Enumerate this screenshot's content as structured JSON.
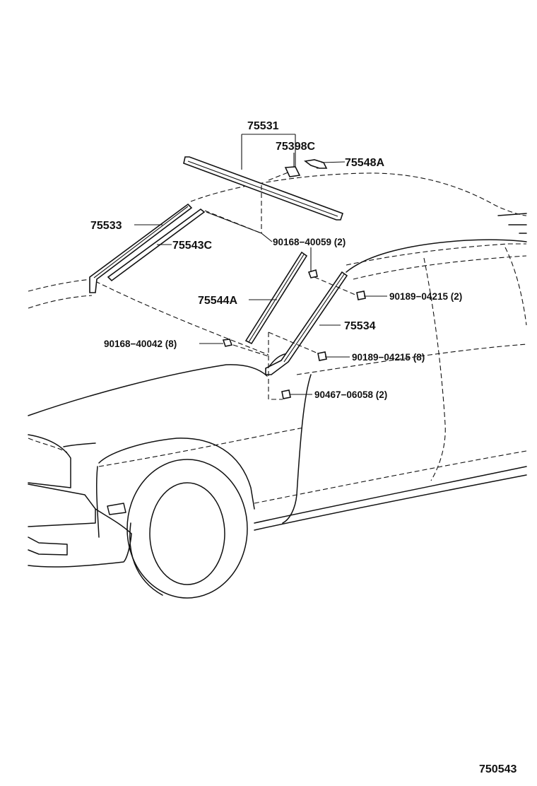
{
  "diagram_id": "750543",
  "parts": {
    "p75531": "75531",
    "p75398c": "75398C",
    "p75548a": "75548A",
    "p75533": "75533",
    "p75543c": "75543C",
    "p90168_40059": "90168−40059 (2)",
    "p75544a": "75544A",
    "p90189_04215_2": "90189−04215 (2)",
    "p75534": "75534",
    "p90168_40042": "90168−40042 (8)",
    "p90189_04215_8": "90189−04215 (8)",
    "p90467_06058": "90467−06058 (2)"
  }
}
